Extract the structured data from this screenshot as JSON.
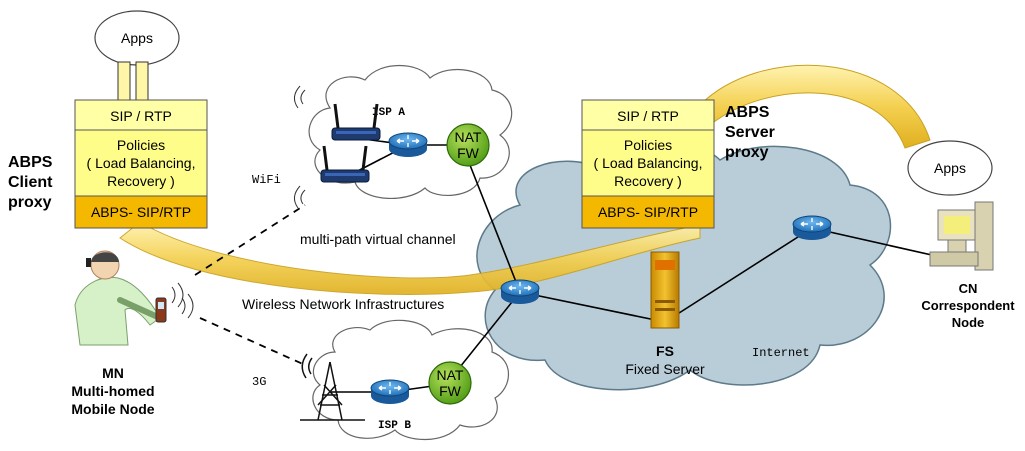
{
  "client": {
    "apps": "Apps",
    "sip_rtp": "SIP / RTP",
    "policies_1": "Policies",
    "policies_2": "( Load Balancing,",
    "policies_3": "Recovery )",
    "abps_sip": "ABPS- SIP/RTP",
    "title_1": "ABPS",
    "title_2": "Client",
    "title_3": "proxy"
  },
  "server": {
    "apps": "Apps",
    "sip_rtp": "SIP / RTP",
    "policies_1": "Policies",
    "policies_2": "( Load Balancing,",
    "policies_3": "Recovery )",
    "abps_sip": "ABPS- SIP/RTP",
    "title_1": "ABPS",
    "title_2": "Server",
    "title_3": "proxy"
  },
  "isp_a": {
    "label": "ISP A",
    "nat_1": "NAT",
    "nat_2": "FW"
  },
  "isp_b": {
    "label": "ISP B",
    "nat_1": "NAT",
    "nat_2": "FW"
  },
  "links": {
    "wifi": "WiFi",
    "g3": "3G",
    "channel": "multi-path virtual channel",
    "wireless": "Wireless Network Infrastructures"
  },
  "internet": "Internet",
  "fs": {
    "title": "FS",
    "subtitle": "Fixed Server"
  },
  "cn": {
    "line_1": "CN",
    "line_2": "Correspondent",
    "line_3": "Node"
  },
  "mn": {
    "line_1": "MN",
    "line_2": "Multi-homed",
    "line_3": "Mobile Node"
  }
}
